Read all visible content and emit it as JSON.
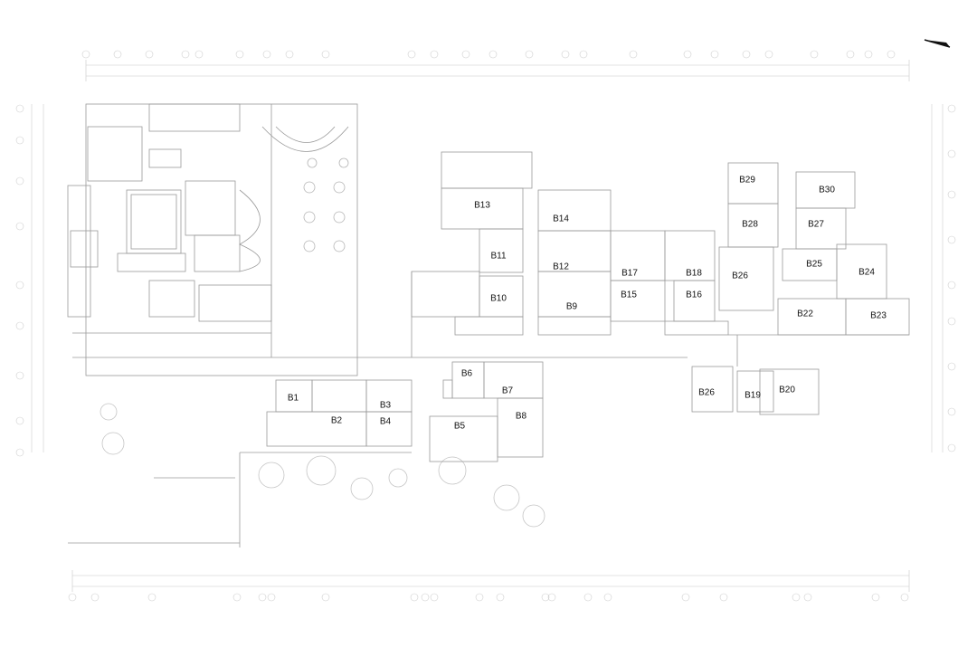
{
  "drawing": {
    "type": "architectural floor plan",
    "line_color": "#9a9a9a",
    "label_color": "#111111",
    "background": "#ffffff"
  },
  "north_arrow_icon": "north-arrow-icon",
  "rooms": [
    {
      "id": "b1",
      "label": "B1"
    },
    {
      "id": "b2",
      "label": "B2"
    },
    {
      "id": "b3",
      "label": "B3"
    },
    {
      "id": "b4",
      "label": "B4"
    },
    {
      "id": "b5",
      "label": "B5"
    },
    {
      "id": "b6",
      "label": "B6"
    },
    {
      "id": "b7",
      "label": "B7"
    },
    {
      "id": "b8",
      "label": "B8"
    },
    {
      "id": "b9",
      "label": "B9"
    },
    {
      "id": "b10",
      "label": "B10"
    },
    {
      "id": "b11",
      "label": "B11"
    },
    {
      "id": "b12",
      "label": "B12"
    },
    {
      "id": "b13",
      "label": "B13"
    },
    {
      "id": "b14",
      "label": "B14"
    },
    {
      "id": "b15",
      "label": "B15"
    },
    {
      "id": "b16",
      "label": "B16"
    },
    {
      "id": "b17",
      "label": "B17"
    },
    {
      "id": "b18",
      "label": "B18"
    },
    {
      "id": "b19",
      "label": "B19"
    },
    {
      "id": "b20",
      "label": "B20"
    },
    {
      "id": "b22",
      "label": "B22"
    },
    {
      "id": "b23",
      "label": "B23"
    },
    {
      "id": "b24",
      "label": "B24"
    },
    {
      "id": "b25",
      "label": "B25"
    },
    {
      "id": "b26a",
      "label": "B26"
    },
    {
      "id": "b26b",
      "label": "B26"
    },
    {
      "id": "b27",
      "label": "B27"
    },
    {
      "id": "b28",
      "label": "B28"
    },
    {
      "id": "b29",
      "label": "B29"
    },
    {
      "id": "b30",
      "label": "B30"
    }
  ]
}
